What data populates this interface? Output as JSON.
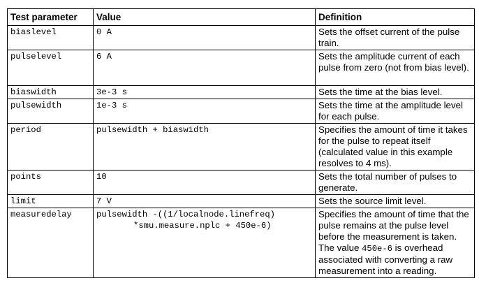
{
  "table": {
    "headers": {
      "parameter": "Test parameter",
      "value": "Value",
      "definition": "Definition"
    },
    "rows": [
      {
        "parameter": "biaslevel",
        "value": "0 A",
        "definition": "Sets the offset current of the pulse train."
      },
      {
        "parameter": "pulselevel",
        "value": "6 A",
        "definition": "Sets the amplitude current of each pulse from zero (not from bias level)."
      },
      {
        "parameter": "biaswidth",
        "value": "3e-3 s",
        "definition": "Sets the time at the bias level."
      },
      {
        "parameter": "pulsewidth",
        "value": "1e-3 s",
        "definition": "Sets the time at the amplitude level for each pulse."
      },
      {
        "parameter": "period",
        "value": "pulsewidth + biaswidth",
        "definition": "Specifies the amount of time it takes for the pulse to repeat itself (calculated value in this example resolves to 4 ms)."
      },
      {
        "parameter": "points",
        "value": "10",
        "definition": "Sets the total number of pulses to generate."
      },
      {
        "parameter": "limit",
        "value": "7 V",
        "definition": "Sets the source limit level."
      },
      {
        "parameter": "measuredelay",
        "value_line1": "pulsewidth -((1/localnode.linefreq)",
        "value_line2": "*smu.measure.nplc + 450e-6)",
        "definition_part1": "Specifies the amount of time that the pulse remains at the pulse level before the measurement is taken. The value ",
        "definition_code": "450e-6",
        "definition_part2": " is overhead associated with converting a raw measurement into a reading."
      }
    ]
  }
}
